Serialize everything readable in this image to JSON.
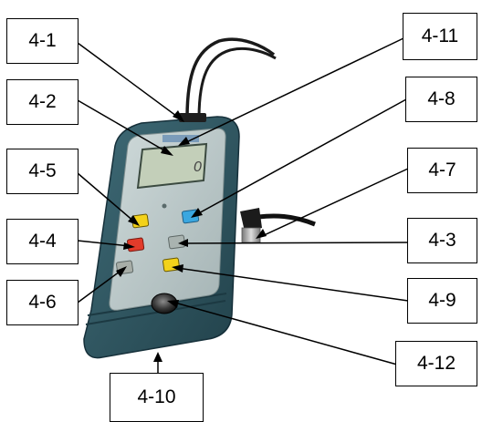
{
  "callouts": {
    "c4_1": "4-1",
    "c4_2": "4-2",
    "c4_5": "4-5",
    "c4_4": "4-4",
    "c4_6": "4-6",
    "c4_11": "4-11",
    "c4_8": "4-8",
    "c4_7": "4-7",
    "c4_3": "4-3",
    "c4_9": "4-9",
    "c4_12": "4-12",
    "c4_10": "4-10"
  },
  "device": {
    "display_reading": "0",
    "key_colors": {
      "key_4_5": "#f3d21a",
      "key_4_8": "#3aa7e0",
      "key_4_4": "#e23b2a",
      "key_4_3": "#a9b3b0",
      "key_4_6": "#a8aea8",
      "key_4_9": "#f3d21a"
    },
    "body_color": "#2f5560",
    "panel_color": "#b9c7c7",
    "screen_color": "#c3cfb9"
  }
}
